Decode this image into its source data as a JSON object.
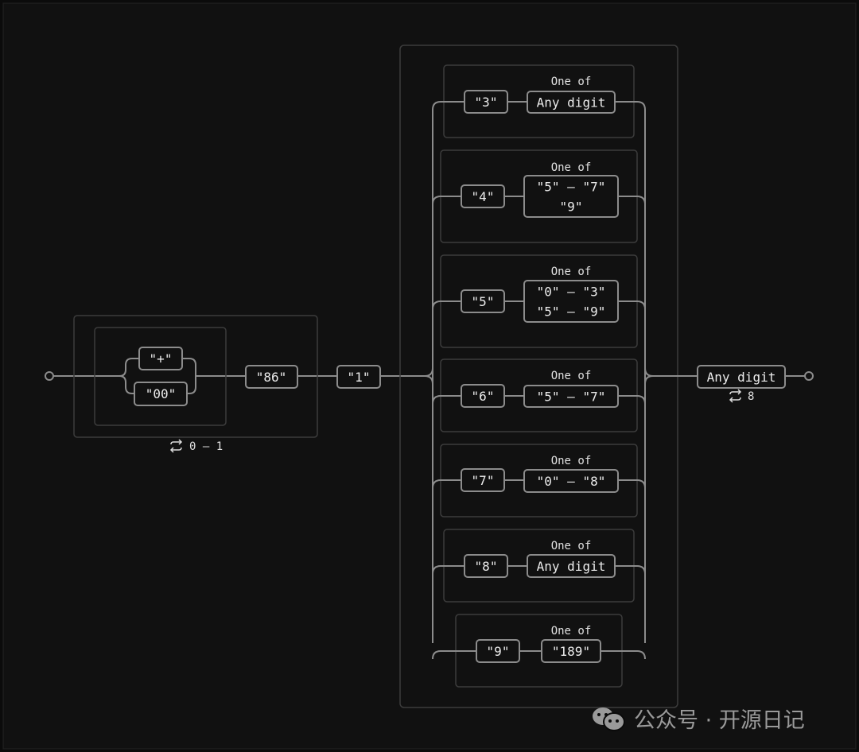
{
  "diagram": {
    "optional_group": {
      "alternatives": [
        "\"+\"",
        "\"00\""
      ],
      "repeat_label": "0 – 1"
    },
    "literal_86": "\"86\"",
    "literal_1": "\"1\"",
    "one_of_label": "One of",
    "branches": [
      {
        "literal": "\"3\"",
        "set": [
          "Any digit"
        ]
      },
      {
        "literal": "\"4\"",
        "set": [
          "\"5\" – \"7\"",
          "\"9\""
        ]
      },
      {
        "literal": "\"5\"",
        "set": [
          "\"0\" – \"3\"",
          "\"5\" – \"9\""
        ]
      },
      {
        "literal": "\"6\"",
        "set": [
          "\"5\" – \"7\""
        ]
      },
      {
        "literal": "\"7\"",
        "set": [
          "\"0\" – \"8\""
        ]
      },
      {
        "literal": "\"8\"",
        "set": [
          "Any digit"
        ]
      },
      {
        "literal": "\"9\"",
        "set": [
          "\"189\""
        ]
      }
    ],
    "final_node": "Any digit",
    "final_repeat": "8"
  },
  "watermark": "公众号 · 开源日记",
  "colors": {
    "background": "#111111",
    "stroke": "#8c8c8c",
    "group": "#3c3c3c",
    "text": "#ececec"
  }
}
